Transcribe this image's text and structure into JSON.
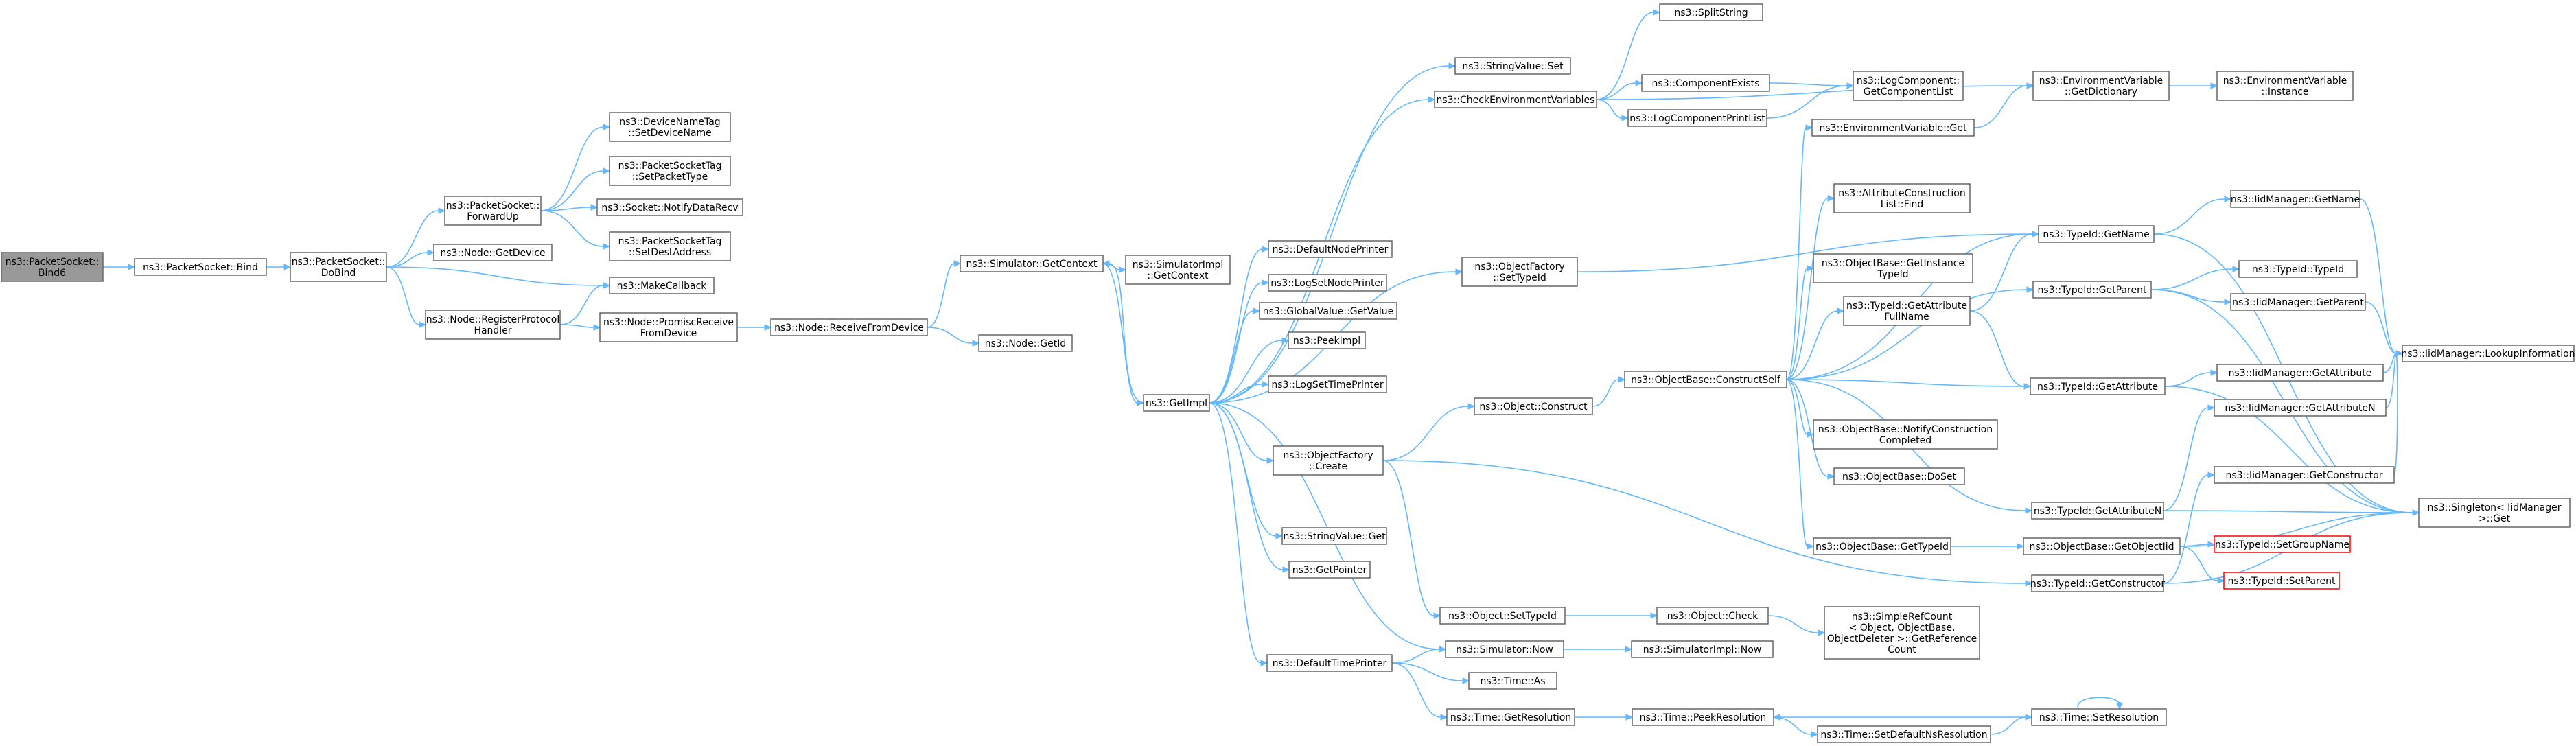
{
  "graph": {
    "kind": "call-graph",
    "colors": {
      "edge": "#63b8ff",
      "node_border": "#666666",
      "root_fill": "#999999",
      "truncated_border": "#ff0000",
      "node_fill": "#ffffff"
    },
    "nodes": [
      {
        "id": "bind6",
        "lines": [
          "ns3::PacketSocket::",
          "Bind6"
        ],
        "root": true
      },
      {
        "id": "bind",
        "lines": [
          "ns3::PacketSocket::Bind"
        ]
      },
      {
        "id": "dobind",
        "lines": [
          "ns3::PacketSocket::",
          "DoBind"
        ]
      },
      {
        "id": "forwardup",
        "lines": [
          "ns3::PacketSocket::",
          "ForwardUp"
        ]
      },
      {
        "id": "getdevice",
        "lines": [
          "ns3::Node::GetDevice"
        ]
      },
      {
        "id": "regproto",
        "lines": [
          "ns3::Node::RegisterProtocol",
          "Handler"
        ]
      },
      {
        "id": "setdevname",
        "lines": [
          "ns3::DeviceNameTag",
          "::SetDeviceName"
        ]
      },
      {
        "id": "setpkttype",
        "lines": [
          "ns3::PacketSocketTag",
          "::SetPacketType"
        ]
      },
      {
        "id": "notifydatarecv",
        "lines": [
          "ns3::Socket::NotifyDataRecv"
        ]
      },
      {
        "id": "setdestaddr",
        "lines": [
          "ns3::PacketSocketTag",
          "::SetDestAddress"
        ]
      },
      {
        "id": "makecallback",
        "lines": [
          "ns3::MakeCallback"
        ]
      },
      {
        "id": "promisc",
        "lines": [
          "ns3::Node::PromiscReceive",
          "FromDevice"
        ]
      },
      {
        "id": "recvfromdev",
        "lines": [
          "ns3::Node::ReceiveFromDevice"
        ]
      },
      {
        "id": "simgetctx",
        "lines": [
          "ns3::Simulator::GetContext"
        ]
      },
      {
        "id": "implgetctx",
        "lines": [
          "ns3::SimulatorImpl",
          "::GetContext"
        ]
      },
      {
        "id": "nodegetid",
        "lines": [
          "ns3::Node::GetId"
        ]
      },
      {
        "id": "getimpl",
        "lines": [
          "ns3::GetImpl"
        ]
      },
      {
        "id": "defnodeprinter",
        "lines": [
          "ns3::DefaultNodePrinter"
        ]
      },
      {
        "id": "logsetnodeprinter",
        "lines": [
          "ns3::LogSetNodePrinter"
        ]
      },
      {
        "id": "gvgetvalue",
        "lines": [
          "ns3::GlobalValue::GetValue"
        ]
      },
      {
        "id": "peekimpl",
        "lines": [
          "ns3::PeekImpl"
        ]
      },
      {
        "id": "logsettimeprinter",
        "lines": [
          "ns3::LogSetTimePrinter"
        ]
      },
      {
        "id": "ofcreate",
        "lines": [
          "ns3::ObjectFactory",
          "::Create"
        ]
      },
      {
        "id": "svget",
        "lines": [
          "ns3::StringValue::Get"
        ]
      },
      {
        "id": "getpointer",
        "lines": [
          "ns3::GetPointer"
        ]
      },
      {
        "id": "deftimeprinter",
        "lines": [
          "ns3::DefaultTimePrinter"
        ]
      },
      {
        "id": "svset",
        "lines": [
          "ns3::StringValue::Set"
        ]
      },
      {
        "id": "checkenv",
        "lines": [
          "ns3::CheckEnvironmentVariables"
        ]
      },
      {
        "id": "splitstring",
        "lines": [
          "ns3::SplitString"
        ]
      },
      {
        "id": "compexists",
        "lines": [
          "ns3::ComponentExists"
        ]
      },
      {
        "id": "logcompprintlist",
        "lines": [
          "ns3::LogComponentPrintList"
        ]
      },
      {
        "id": "getcomplist",
        "lines": [
          "ns3::LogComponent::",
          "GetComponentList"
        ]
      },
      {
        "id": "envgetdict",
        "lines": [
          "ns3::EnvironmentVariable",
          "::GetDictionary"
        ]
      },
      {
        "id": "envinstance",
        "lines": [
          "ns3::EnvironmentVariable",
          "::Instance"
        ]
      },
      {
        "id": "envget",
        "lines": [
          "ns3::EnvironmentVariable::Get"
        ]
      },
      {
        "id": "ofsettypeid",
        "lines": [
          "ns3::ObjectFactory",
          "::SetTypeId"
        ]
      },
      {
        "id": "objconstruct",
        "lines": [
          "ns3::Object::Construct"
        ]
      },
      {
        "id": "constructself",
        "lines": [
          "ns3::ObjectBase::ConstructSelf"
        ]
      },
      {
        "id": "attrfind",
        "lines": [
          "ns3::AttributeConstruction",
          "List::Find"
        ]
      },
      {
        "id": "getinsttypeid",
        "lines": [
          "ns3::ObjectBase::GetInstance",
          "TypeId"
        ]
      },
      {
        "id": "getattrfullname",
        "lines": [
          "ns3::TypeId::GetAttribute",
          "FullName"
        ]
      },
      {
        "id": "notifyconstruct",
        "lines": [
          "ns3::ObjectBase::NotifyConstruction",
          "Completed"
        ]
      },
      {
        "id": "doset",
        "lines": [
          "ns3::ObjectBase::DoSet"
        ]
      },
      {
        "id": "getattrn",
        "lines": [
          "ns3::TypeId::GetAttributeN"
        ]
      },
      {
        "id": "obgettypeid",
        "lines": [
          "ns3::ObjectBase::GetTypeId"
        ]
      },
      {
        "id": "tidgetname",
        "lines": [
          "ns3::TypeId::GetName"
        ]
      },
      {
        "id": "tidgetparent",
        "lines": [
          "ns3::TypeId::GetParent"
        ]
      },
      {
        "id": "tidgetattr",
        "lines": [
          "ns3::TypeId::GetAttribute"
        ]
      },
      {
        "id": "getobjectiid",
        "lines": [
          "ns3::ObjectBase::GetObjectIid"
        ]
      },
      {
        "id": "tidgetctor",
        "lines": [
          "ns3::TypeId::GetConstructor"
        ]
      },
      {
        "id": "iidgetname",
        "lines": [
          "ns3::IidManager::GetName"
        ]
      },
      {
        "id": "tidtypeid",
        "lines": [
          "ns3::TypeId::TypeId"
        ]
      },
      {
        "id": "iidgetparent",
        "lines": [
          "ns3::IidManager::GetParent"
        ]
      },
      {
        "id": "iidgetattr",
        "lines": [
          "ns3::IidManager::GetAttribute"
        ]
      },
      {
        "id": "iidgetattrn",
        "lines": [
          "ns3::IidManager::GetAttributeN"
        ]
      },
      {
        "id": "iidgetctor",
        "lines": [
          "ns3::IidManager::GetConstructor"
        ]
      },
      {
        "id": "lookupinfo",
        "lines": [
          "ns3::IidManager::LookupInformation"
        ]
      },
      {
        "id": "singletonget",
        "lines": [
          "ns3::Singleton< IidManager",
          ">::Get"
        ]
      },
      {
        "id": "setgroupname",
        "lines": [
          "ns3::TypeId::SetGroupName"
        ],
        "truncated": true
      },
      {
        "id": "setparent",
        "lines": [
          "ns3::TypeId::SetParent"
        ],
        "truncated": true
      },
      {
        "id": "objsettypeid",
        "lines": [
          "ns3::Object::SetTypeId"
        ]
      },
      {
        "id": "objcheck",
        "lines": [
          "ns3::Object::Check"
        ]
      },
      {
        "id": "simplerefcount",
        "lines": [
          "ns3::SimpleRefCount",
          "< Object, ObjectBase,",
          "ObjectDeleter >::GetReference",
          "Count"
        ]
      },
      {
        "id": "simnow",
        "lines": [
          "ns3::Simulator::Now"
        ]
      },
      {
        "id": "simimplnow",
        "lines": [
          "ns3::SimulatorImpl::Now"
        ]
      },
      {
        "id": "timeas",
        "lines": [
          "ns3::Time::As"
        ]
      },
      {
        "id": "timegetres",
        "lines": [
          "ns3::Time::GetResolution"
        ]
      },
      {
        "id": "timepeekres",
        "lines": [
          "ns3::Time::PeekResolution"
        ]
      },
      {
        "id": "timesetdefns",
        "lines": [
          "ns3::Time::SetDefaultNsResolution"
        ]
      },
      {
        "id": "timesetres",
        "lines": [
          "ns3::Time::SetResolution"
        ]
      }
    ],
    "edges": [
      [
        "bind6",
        "bind"
      ],
      [
        "bind",
        "dobind"
      ],
      [
        "dobind",
        "forwardup"
      ],
      [
        "dobind",
        "getdevice"
      ],
      [
        "dobind",
        "makecallback"
      ],
      [
        "dobind",
        "regproto"
      ],
      [
        "forwardup",
        "setdevname"
      ],
      [
        "forwardup",
        "setpkttype"
      ],
      [
        "forwardup",
        "notifydatarecv"
      ],
      [
        "forwardup",
        "setdestaddr"
      ],
      [
        "regproto",
        "makecallback"
      ],
      [
        "regproto",
        "promisc"
      ],
      [
        "promisc",
        "recvfromdev"
      ],
      [
        "recvfromdev",
        "simgetctx"
      ],
      [
        "recvfromdev",
        "nodegetid"
      ],
      [
        "simgetctx",
        "implgetctx"
      ],
      [
        "simgetctx",
        "getimpl"
      ],
      [
        "getimpl",
        "simgetctx"
      ],
      [
        "getimpl",
        "defnodeprinter"
      ],
      [
        "getimpl",
        "logsetnodeprinter"
      ],
      [
        "getimpl",
        "gvgetvalue"
      ],
      [
        "getimpl",
        "peekimpl"
      ],
      [
        "getimpl",
        "logsettimeprinter"
      ],
      [
        "getimpl",
        "ofcreate"
      ],
      [
        "getimpl",
        "svget"
      ],
      [
        "getimpl",
        "getpointer"
      ],
      [
        "getimpl",
        "deftimeprinter"
      ],
      [
        "getimpl",
        "svset"
      ],
      [
        "getimpl",
        "checkenv"
      ],
      [
        "getimpl",
        "ofsettypeid"
      ],
      [
        "getimpl",
        "simnow"
      ],
      [
        "checkenv",
        "splitstring"
      ],
      [
        "checkenv",
        "compexists"
      ],
      [
        "checkenv",
        "logcompprintlist"
      ],
      [
        "checkenv",
        "envgetdict"
      ],
      [
        "compexists",
        "getcomplist"
      ],
      [
        "logcompprintlist",
        "getcomplist"
      ],
      [
        "envgetdict",
        "envinstance"
      ],
      [
        "envget",
        "envgetdict"
      ],
      [
        "ofsettypeid",
        "tidgetname"
      ],
      [
        "ofcreate",
        "objconstruct"
      ],
      [
        "ofcreate",
        "objsettypeid"
      ],
      [
        "ofcreate",
        "tidgetctor"
      ],
      [
        "objconstruct",
        "constructself"
      ],
      [
        "constructself",
        "envget"
      ],
      [
        "constructself",
        "attrfind"
      ],
      [
        "constructself",
        "tidgetname"
      ],
      [
        "constructself",
        "getinsttypeid"
      ],
      [
        "constructself",
        "tidgetparent"
      ],
      [
        "constructself",
        "getattrfullname"
      ],
      [
        "constructself",
        "tidgetattr"
      ],
      [
        "constructself",
        "notifyconstruct"
      ],
      [
        "constructself",
        "doset"
      ],
      [
        "constructself",
        "getattrn"
      ],
      [
        "constructself",
        "obgettypeid"
      ],
      [
        "getattrfullname",
        "tidgetname"
      ],
      [
        "getattrfullname",
        "tidgetattr"
      ],
      [
        "obgettypeid",
        "getobjectiid"
      ],
      [
        "getobjectiid",
        "setgroupname"
      ],
      [
        "getobjectiid",
        "setparent"
      ],
      [
        "getobjectiid",
        "singletonget"
      ],
      [
        "tidgetname",
        "iidgetname"
      ],
      [
        "tidgetname",
        "singletonget"
      ],
      [
        "tidgetparent",
        "tidtypeid"
      ],
      [
        "tidgetparent",
        "iidgetparent"
      ],
      [
        "tidgetparent",
        "singletonget"
      ],
      [
        "tidgetattr",
        "iidgetattr"
      ],
      [
        "tidgetattr",
        "singletonget"
      ],
      [
        "getattrn",
        "iidgetattrn"
      ],
      [
        "getattrn",
        "singletonget"
      ],
      [
        "tidgetctor",
        "iidgetctor"
      ],
      [
        "tidgetctor",
        "singletonget"
      ],
      [
        "iidgetname",
        "lookupinfo"
      ],
      [
        "iidgetparent",
        "lookupinfo"
      ],
      [
        "iidgetattr",
        "lookupinfo"
      ],
      [
        "iidgetattrn",
        "lookupinfo"
      ],
      [
        "iidgetctor",
        "lookupinfo"
      ],
      [
        "objsettypeid",
        "objcheck"
      ],
      [
        "objcheck",
        "simplerefcount"
      ],
      [
        "simnow",
        "simimplnow"
      ],
      [
        "deftimeprinter",
        "simnow"
      ],
      [
        "deftimeprinter",
        "timeas"
      ],
      [
        "deftimeprinter",
        "timegetres"
      ],
      [
        "timegetres",
        "timepeekres"
      ],
      [
        "timepeekres",
        "timesetdefns"
      ],
      [
        "timesetdefns",
        "timesetres"
      ],
      [
        "timesetres",
        "timepeekres"
      ],
      [
        "timesetres",
        "timesetres"
      ]
    ]
  }
}
